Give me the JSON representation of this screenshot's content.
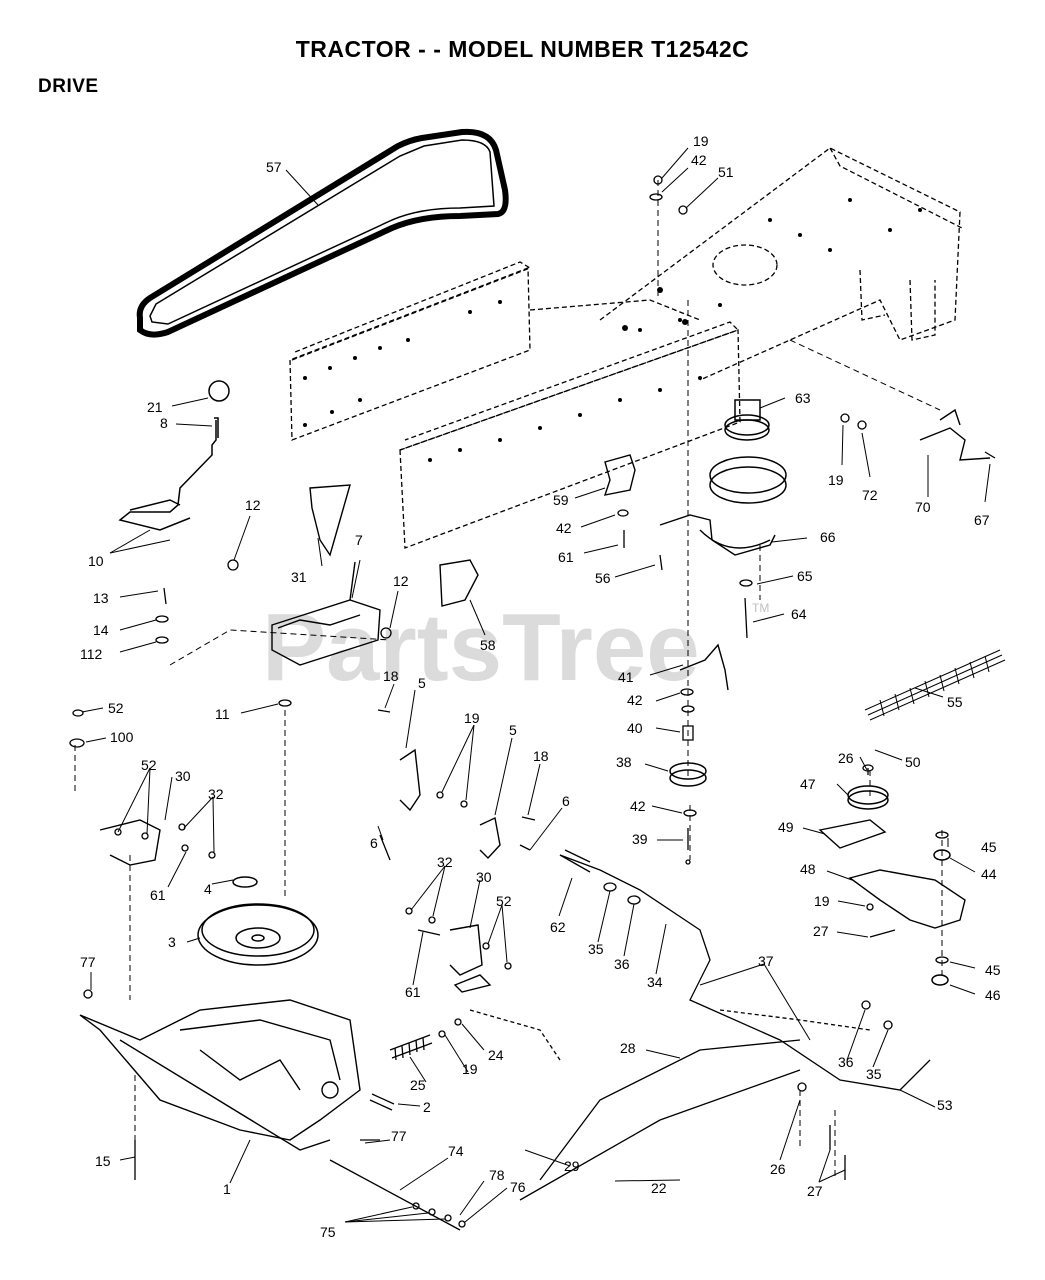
{
  "title": "TRACTOR - - MODEL NUMBER T12542C",
  "section": "DRIVE",
  "watermark": {
    "text": "PartsTree",
    "tm": "TM"
  },
  "callouts": {
    "c57": "57",
    "c19a": "19",
    "c42a": "42",
    "c51": "51",
    "c21": "21",
    "c8": "8",
    "c12a": "12",
    "c10": "10",
    "c31": "31",
    "c7": "7",
    "c12b": "12",
    "c13": "13",
    "c14": "14",
    "c112": "112",
    "c58": "58",
    "c59": "59",
    "c42b": "42",
    "c61a": "61",
    "c56": "56",
    "c63": "63",
    "c19b": "19",
    "c72": "72",
    "c70": "70",
    "c67": "67",
    "c66": "66",
    "c65": "65",
    "c64": "64",
    "c52a": "52",
    "c100": "100",
    "c11": "11",
    "c18a": "18",
    "c5a": "5",
    "c19c": "19",
    "c5b": "5",
    "c18b": "18",
    "c6a": "6",
    "c6b": "6",
    "c41": "41",
    "c42c": "42",
    "c40": "40",
    "c38": "38",
    "c42d": "42",
    "c39": "39",
    "c55": "55",
    "c26a": "26",
    "c50": "50",
    "c47": "47",
    "c45a": "45",
    "c44": "44",
    "c49": "49",
    "c48": "48",
    "c19d": "19",
    "c27a": "27",
    "c45b": "45",
    "c46": "46",
    "c52b": "52",
    "c30a": "30",
    "c32a": "32",
    "c61b": "61",
    "c4": "4",
    "c3": "3",
    "c32b": "32",
    "c30b": "30",
    "c52c": "52",
    "c61c": "61",
    "c62": "62",
    "c35a": "35",
    "c36a": "36",
    "c34": "34",
    "c37": "37",
    "c77a": "77",
    "c24": "24",
    "c25": "25",
    "c19e": "19",
    "c2": "2",
    "c28": "28",
    "c36b": "36",
    "c35b": "35",
    "c53": "53",
    "c15": "15",
    "c1": "1",
    "c77b": "77",
    "c74": "74",
    "c29": "29",
    "c26b": "26",
    "c78": "78",
    "c76": "76",
    "c22": "22",
    "c27b": "27",
    "c75": "75"
  }
}
